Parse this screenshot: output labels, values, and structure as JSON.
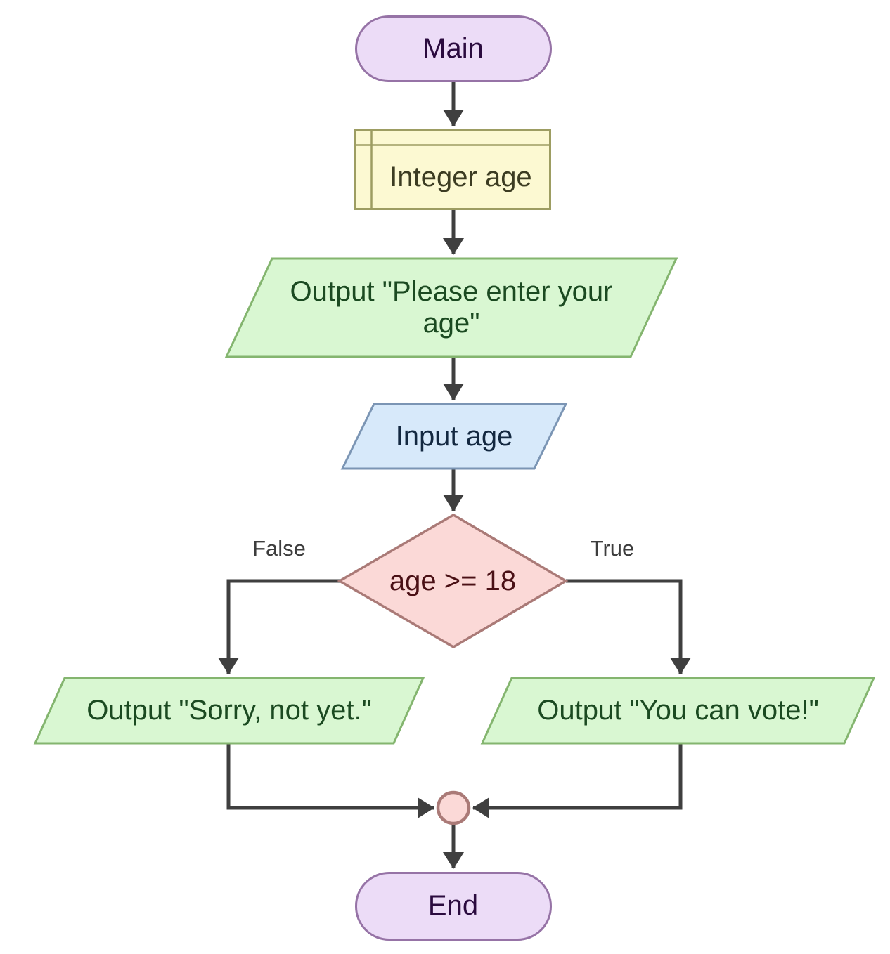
{
  "diagram": {
    "type": "flowchart",
    "nodes": {
      "start": {
        "label": "Main",
        "shape": "terminator"
      },
      "declare_age": {
        "label": "Integer age",
        "shape": "declaration"
      },
      "output_prompt": {
        "label": "Output \"Please enter your\nage\"",
        "shape": "output-parallelogram"
      },
      "input_age": {
        "label": "Input age",
        "shape": "input-parallelogram"
      },
      "decision": {
        "label": "age >= 18",
        "shape": "decision-diamond"
      },
      "output_false": {
        "label": "Output \"Sorry, not yet.\"",
        "shape": "output-parallelogram"
      },
      "output_true": {
        "label": "Output \"You can vote!\"",
        "shape": "output-parallelogram"
      },
      "merge": {
        "shape": "connector-circle"
      },
      "end": {
        "label": "End",
        "shape": "terminator"
      }
    },
    "edge_labels": {
      "false_branch": "False",
      "true_branch": "True"
    },
    "colors": {
      "edge": "#3f3f3f",
      "edge_label_text": "#3d3d3d",
      "terminator_fill": "#ecdcf7",
      "terminator_stroke": "#9673a6",
      "terminator_text": "#2b0b3f",
      "declaration_fill": "#fcf9d2",
      "declaration_stroke": "#9d9d62",
      "declaration_text": "#3c3c22",
      "output_fill": "#d9f7d2",
      "output_stroke": "#84b56f",
      "output_text": "#1b4a21",
      "input_fill": "#d7e9fa",
      "input_stroke": "#7b95b4",
      "input_text": "#132840",
      "decision_fill": "#fbd9d7",
      "decision_stroke": "#aa7a77",
      "decision_text": "#4a1015",
      "merge_fill": "#fbd9d7",
      "merge_stroke": "#aa7a77"
    }
  }
}
